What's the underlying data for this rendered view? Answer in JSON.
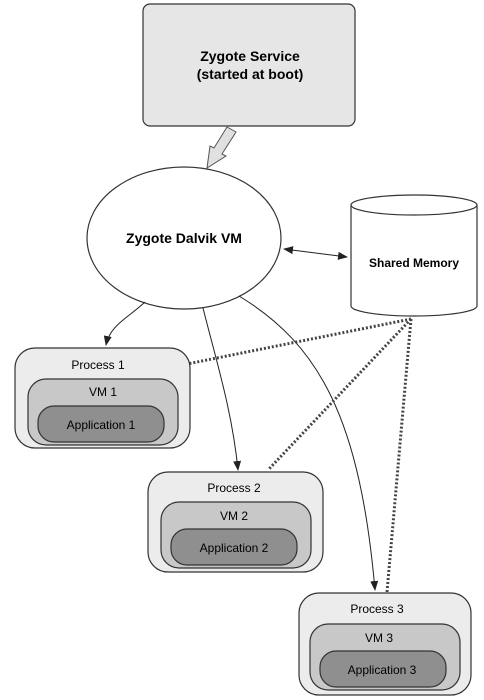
{
  "zygote_service": {
    "line1": "Zygote Service",
    "line2": "(started at boot)"
  },
  "zygote_vm": {
    "label": "Zygote Dalvik VM"
  },
  "shared_memory": {
    "label": "Shared Memory"
  },
  "processes": [
    {
      "label": "Process 1",
      "vm_label": "VM 1",
      "app_label": "Application 1"
    },
    {
      "label": "Process 2",
      "vm_label": "VM 2",
      "app_label": "Application 2"
    },
    {
      "label": "Process 3",
      "vm_label": "VM 3",
      "app_label": "Application 3"
    }
  ],
  "colors": {
    "service_fill": "#e6e6e6",
    "process_fill": "#ececec",
    "vm_fill": "#c8c8c8",
    "app_fill": "#8f8f8f",
    "stroke": "#333333"
  }
}
